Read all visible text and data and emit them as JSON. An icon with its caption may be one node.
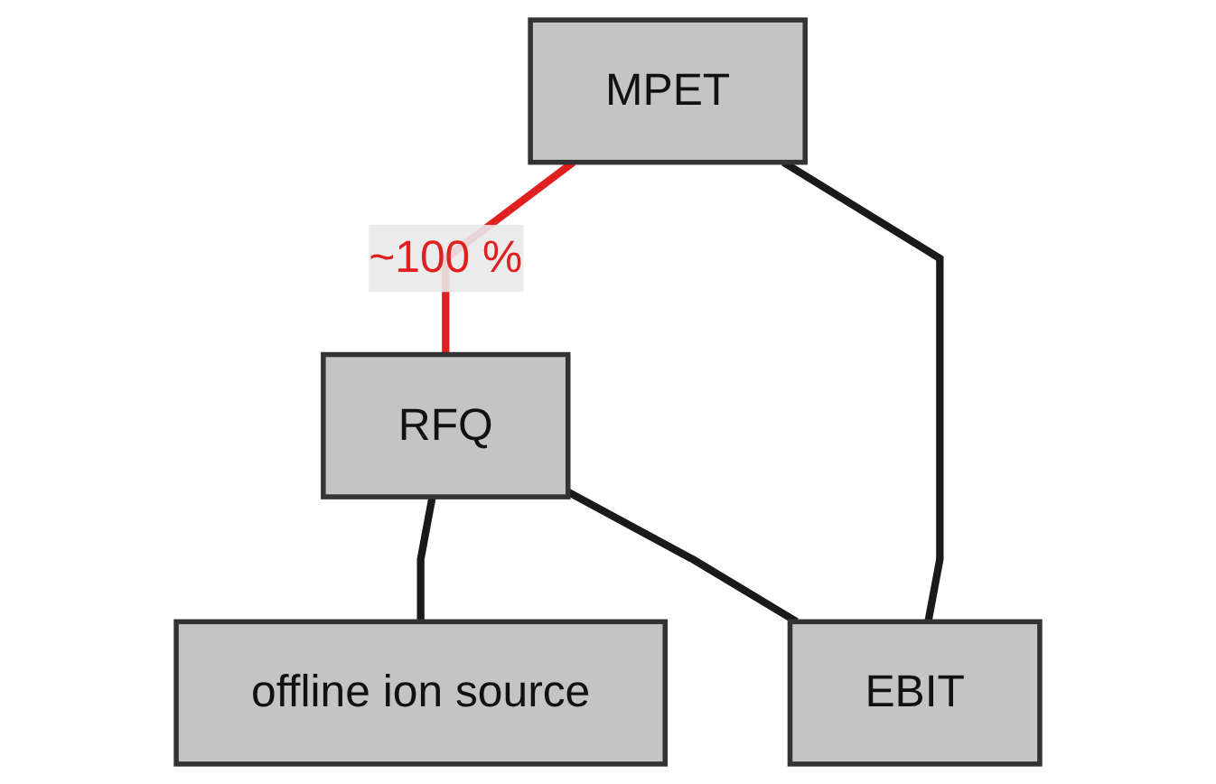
{
  "diagram": {
    "nodes": [
      {
        "text": [
          "MPET"
        ]
      },
      {
        "text": [
          "RFQ"
        ]
      },
      {
        "text": [
          "EBIT"
        ]
      },
      {
        "text": [
          "offline ion source"
        ]
      }
    ],
    "edges": [
      {
        "from": 1,
        "to": 0,
        "arrow": "none",
        "label": "~100 %",
        "color": "#e02020"
      },
      {
        "from": 2,
        "to": 1,
        "arrow": "none"
      },
      {
        "from": 2,
        "to": 0,
        "arrow": "none"
      },
      {
        "from": 3,
        "to": 1,
        "arrow": "none"
      }
    ]
  }
}
